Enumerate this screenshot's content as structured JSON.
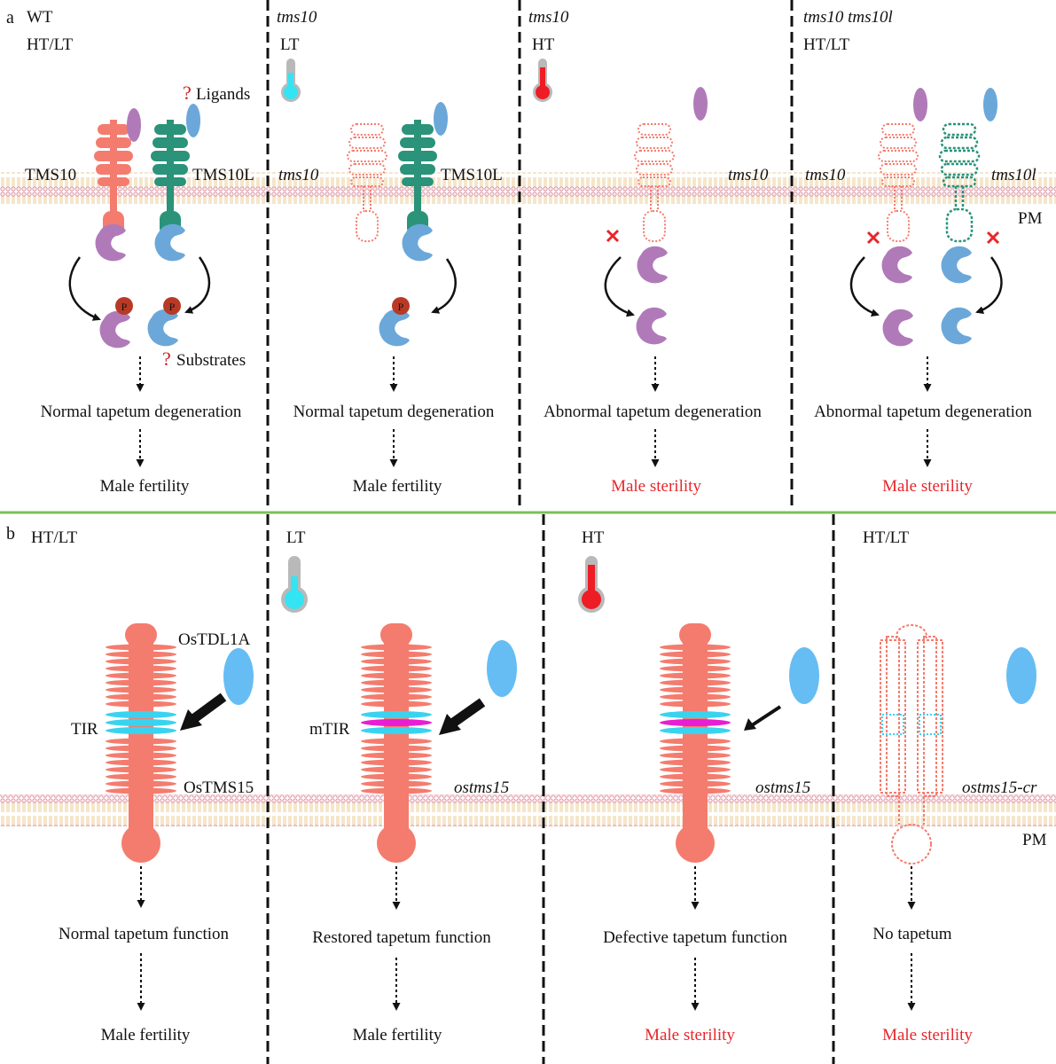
{
  "colors": {
    "tms10": "#f47c6e",
    "tms10l": "#2a9379",
    "ligand_purple": "#b07ab9",
    "ligand_blue": "#6ba8d9",
    "phospho": "#b83a26",
    "ostms15": "#f47c6e",
    "tir": "#3ad3ef",
    "mtir_core": "#e81ed2",
    "ostdl1a": "#65bdf4",
    "cold": "#34e4f2",
    "hot": "#ee1c25",
    "sterility": "#e8262b",
    "divider": "#7cc05a",
    "membrane": "#e6a3b0"
  },
  "panel_a": {
    "label": "a",
    "q1": "?",
    "q2": "?",
    "ligands_label": "Ligands",
    "substrates_label": "Substrates",
    "pm_label": "PM",
    "p_label": "P",
    "col1": {
      "genotype": "WT",
      "condition": "HT/LT",
      "left_protein": "TMS10",
      "right_protein": "TMS10L",
      "effect": "Normal tapetum degeneration",
      "outcome": "Male fertility"
    },
    "col2": {
      "genotype": "tms10",
      "condition": "LT",
      "left_protein": "tms10",
      "right_protein": "TMS10L",
      "effect": "Normal tapetum degeneration",
      "outcome": "Male fertility"
    },
    "col3": {
      "genotype": "tms10",
      "condition": "HT",
      "right_protein": "tms10",
      "effect": "Abnormal tapetum degeneration",
      "outcome": "Male sterility"
    },
    "col4": {
      "genotype": "tms10 tms10l",
      "condition": "HT/LT",
      "left_protein": "tms10",
      "right_protein": "tms10l",
      "effect": "Abnormal tapetum degeneration",
      "outcome": "Male sterility"
    }
  },
  "panel_b": {
    "label": "b",
    "pm_label": "PM",
    "col1": {
      "condition": "HT/LT",
      "ligand": "OsTDL1A",
      "domain": "TIR",
      "protein": "OsTMS15",
      "effect": "Normal tapetum function",
      "outcome": "Male fertility"
    },
    "col2": {
      "condition": "LT",
      "domain": "mTIR",
      "protein": "ostms15",
      "effect": "Restored tapetum function",
      "outcome": "Male fertility"
    },
    "col3": {
      "condition": "HT",
      "protein": "ostms15",
      "effect": "Defective tapetum function",
      "outcome": "Male sterility"
    },
    "col4": {
      "condition": "HT/LT",
      "protein": "ostms15-cr",
      "effect": "No tapetum",
      "outcome": "Male sterility"
    }
  }
}
